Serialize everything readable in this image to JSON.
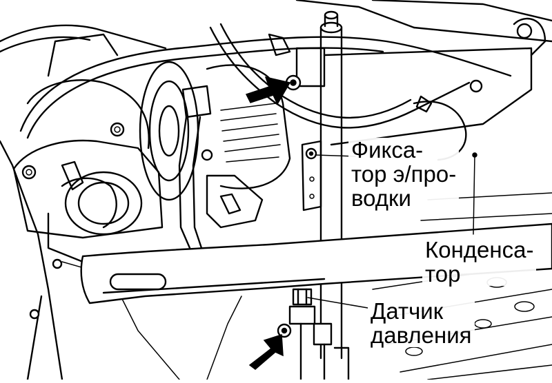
{
  "image": {
    "alt": "Line drawing of an engine bay with radiator crossmember, A/C condenser, wiring clip and pressure sensor"
  },
  "callouts": {
    "wire_clip": {
      "line1": "Фикса-",
      "line2": "тор э/про-",
      "line3": "водки"
    },
    "condenser": {
      "line1": "Конденса-",
      "line2": "тор"
    },
    "pressure_sensor": {
      "line1": "Датчик",
      "line2": "давления"
    }
  },
  "colors": {
    "ink": "#000000",
    "paper": "#ffffff"
  },
  "icons": [
    "pointer-arrow-icon"
  ]
}
